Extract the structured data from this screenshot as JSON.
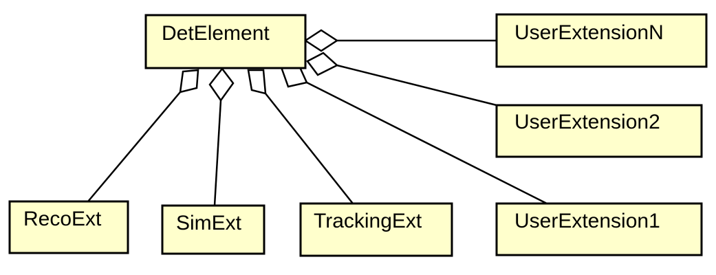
{
  "diagram": {
    "type": "uml-aggregation",
    "colors": {
      "box_fill": "#ffffcc",
      "stroke": "#000000",
      "diamond_fill": "#ffffff",
      "background": "#ffffff"
    },
    "nodes": {
      "det_element": "DetElement",
      "user_extension_n": "UserExtensionN",
      "user_extension_2": "UserExtension2",
      "user_extension_1": "UserExtension1",
      "reco_ext": "RecoExt",
      "sim_ext": "SimExt",
      "tracking_ext": "TrackingExt"
    },
    "edges": [
      {
        "from": "det_element",
        "to": "reco_ext",
        "kind": "aggregation"
      },
      {
        "from": "det_element",
        "to": "sim_ext",
        "kind": "aggregation"
      },
      {
        "from": "det_element",
        "to": "tracking_ext",
        "kind": "aggregation"
      },
      {
        "from": "det_element",
        "to": "user_extension_1",
        "kind": "aggregation"
      },
      {
        "from": "det_element",
        "to": "user_extension_2",
        "kind": "aggregation"
      },
      {
        "from": "det_element",
        "to": "user_extension_n",
        "kind": "aggregation"
      }
    ]
  }
}
